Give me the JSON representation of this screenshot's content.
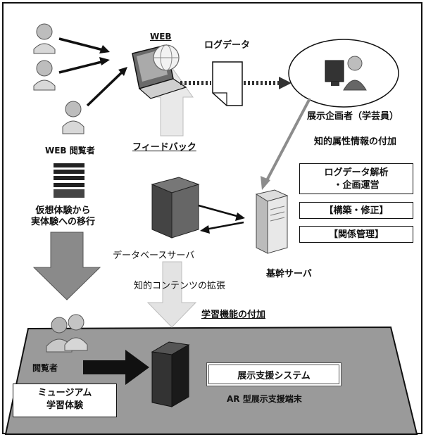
{
  "labels": {
    "web": "WEB",
    "log_data": "ログデータ",
    "curator": "展示企画者（学芸員）",
    "ip_info": "知的属性情報の付加",
    "feedback": "フィードバック",
    "web_viewer": "WEB 閲覧者",
    "virtual_to_real": "仮想体験から\n実体験への移行",
    "db_server": "データベースサーバ",
    "core_server": "基幹サーバ",
    "content_ext": "知的コンテンツの拡張",
    "learning_func": "学習機能の付加",
    "viewer": "閲覧者",
    "exhibit_system": "展示支援システム",
    "ar_terminal": "AR 型展示支援端末",
    "museum": "ミュージアム\n学習体験"
  },
  "boxes": {
    "log_analysis": "ログデータ解析\n・企画運営",
    "build_fix": "【構築・修正】",
    "relation_mgmt": "【関係管理】"
  }
}
